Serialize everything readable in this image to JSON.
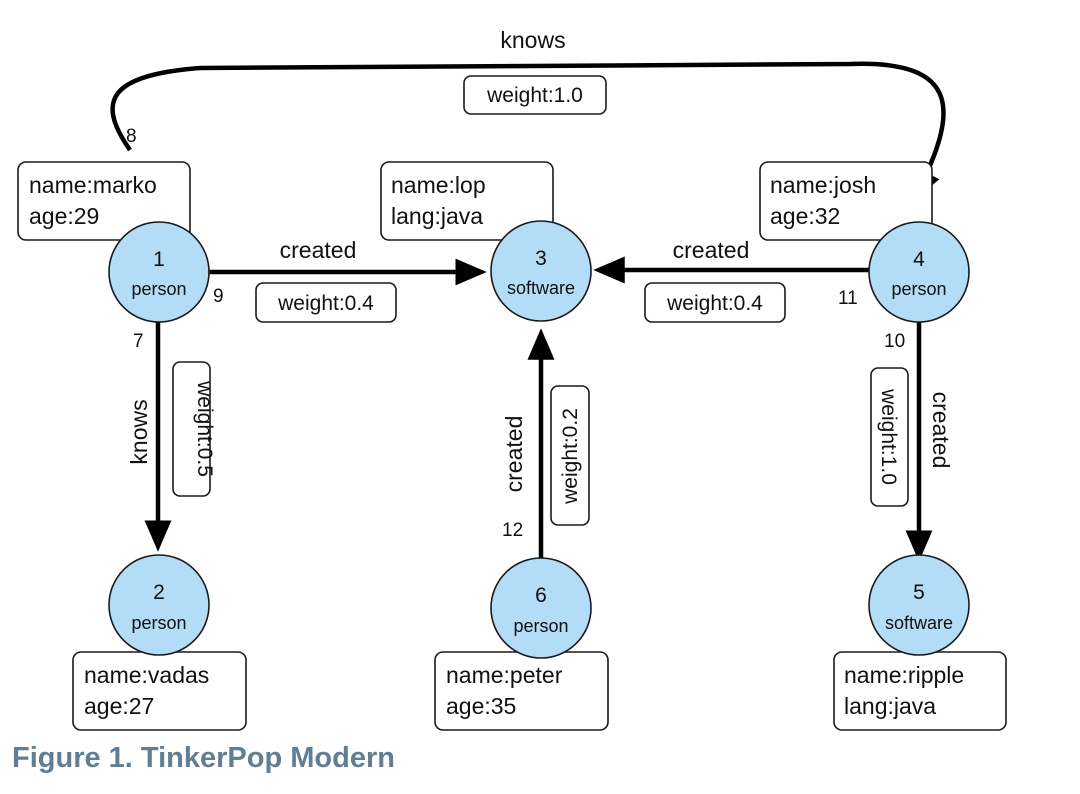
{
  "caption": "Figure 1. TinkerPop Modern",
  "colors": {
    "vertex_fill": "#b3dcf7",
    "caption": "#5e7f96"
  },
  "vertices": {
    "v1": {
      "id": "1",
      "label": "person",
      "props": [
        "name:marko",
        "age:29"
      ]
    },
    "v2": {
      "id": "2",
      "label": "person",
      "props": [
        "name:vadas",
        "age:27"
      ]
    },
    "v3": {
      "id": "3",
      "label": "software",
      "props": [
        "name:lop",
        "lang:java"
      ]
    },
    "v4": {
      "id": "4",
      "label": "person",
      "props": [
        "name:josh",
        "age:32"
      ]
    },
    "v5": {
      "id": "5",
      "label": "software",
      "props": [
        "name:ripple",
        "lang:java"
      ]
    },
    "v6": {
      "id": "6",
      "label": "person",
      "props": [
        "name:peter",
        "age:35"
      ]
    }
  },
  "edges": {
    "e7": {
      "id": "7",
      "label": "knows",
      "weight": "weight:0.5",
      "from": "1",
      "to": "2"
    },
    "e8": {
      "id": "8",
      "label": "knows",
      "weight": "weight:1.0",
      "from": "1",
      "to": "4"
    },
    "e9": {
      "id": "9",
      "label": "created",
      "weight": "weight:0.4",
      "from": "1",
      "to": "3"
    },
    "e10": {
      "id": "10",
      "label": "created",
      "weight": "weight:1.0",
      "from": "4",
      "to": "5"
    },
    "e11": {
      "id": "11",
      "label": "created",
      "weight": "weight:0.4",
      "from": "4",
      "to": "3"
    },
    "e12": {
      "id": "12",
      "label": "created",
      "weight": "weight:0.2",
      "from": "6",
      "to": "3"
    }
  }
}
